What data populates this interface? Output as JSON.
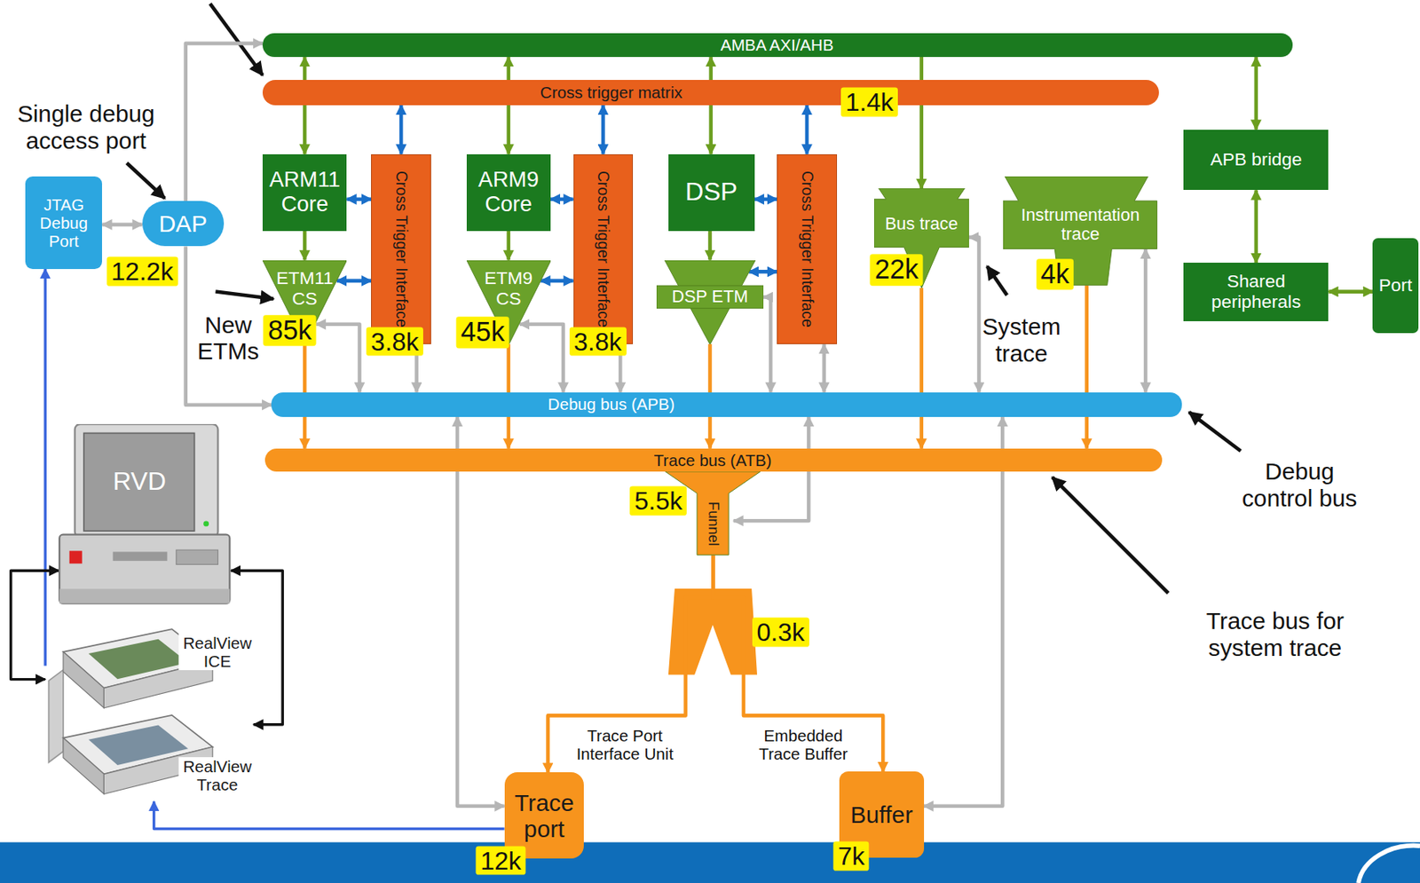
{
  "diagram": {
    "nodes": [
      {
        "text": [
          "AMBA AXI/AHB"
        ]
      },
      {
        "text": [
          "Cross trigger matrix"
        ]
      },
      {
        "text": [
          "ARM11 Core"
        ]
      },
      {
        "text": [
          "Cross Trigger Interface"
        ]
      },
      {
        "text": [
          "ARM9 Core"
        ]
      },
      {
        "text": [
          "Cross Trigger Interface"
        ]
      },
      {
        "text": [
          "DSP"
        ]
      },
      {
        "text": [
          "Cross Trigger Interface"
        ]
      },
      {
        "text": [
          "ETM11 CS"
        ]
      },
      {
        "text": [
          "ETM9 CS"
        ]
      },
      {
        "text": [
          "DSP ETM"
        ]
      },
      {
        "text": [
          "Bus trace"
        ]
      },
      {
        "text": [
          "Instrumentation trace"
        ]
      },
      {
        "text": [
          "APB bridge"
        ]
      },
      {
        "text": [
          "Shared peripherals"
        ]
      },
      {
        "text": [
          "Port"
        ]
      },
      {
        "text": [
          "JTAG Debug Port"
        ]
      },
      {
        "text": [
          "DAP"
        ]
      },
      {
        "text": [
          "RVD"
        ]
      },
      {
        "text": [
          "RealView ICE",
          "RealView Trace"
        ]
      },
      {
        "text": [
          "Debug bus (APB)"
        ]
      },
      {
        "text": [
          "Trace bus (ATB)"
        ]
      },
      {
        "text": [
          "Funnel"
        ]
      },
      {
        "text": [
          "Trace port"
        ]
      },
      {
        "text": [
          "Buffer"
        ]
      }
    ],
    "edges": [
      {
        "from": 0,
        "to": 2,
        "arrow": "both"
      },
      {
        "from": 0,
        "to": 4,
        "arrow": "both"
      },
      {
        "from": 0,
        "to": 6,
        "arrow": "both"
      },
      {
        "from": 0,
        "to": 11,
        "arrow": "to"
      },
      {
        "from": 0,
        "to": 13,
        "arrow": "both"
      },
      {
        "from": 13,
        "to": 14,
        "arrow": "both"
      },
      {
        "from": 14,
        "to": 15,
        "arrow": "both"
      },
      {
        "from": 1,
        "to": 3,
        "arrow": "both"
      },
      {
        "from": 1,
        "to": 5,
        "arrow": "both"
      },
      {
        "from": 1,
        "to": 7,
        "arrow": "both"
      },
      {
        "from": 2,
        "to": 3,
        "arrow": "both"
      },
      {
        "from": 4,
        "to": 5,
        "arrow": "both"
      },
      {
        "from": 6,
        "to": 7,
        "arrow": "both"
      },
      {
        "from": 8,
        "to": 3,
        "arrow": "both"
      },
      {
        "from": 9,
        "to": 5,
        "arrow": "both"
      },
      {
        "from": 10,
        "to": 7,
        "arrow": "both"
      },
      {
        "from": 2,
        "to": 8,
        "arrow": "to"
      },
      {
        "from": 4,
        "to": 9,
        "arrow": "to"
      },
      {
        "from": 6,
        "to": 10,
        "arrow": "to"
      },
      {
        "from": 8,
        "to": 21,
        "arrow": "to"
      },
      {
        "from": 9,
        "to": 21,
        "arrow": "to"
      },
      {
        "from": 10,
        "to": 21,
        "arrow": "to"
      },
      {
        "from": 11,
        "to": 21,
        "arrow": "to"
      },
      {
        "from": 12,
        "to": 21,
        "arrow": "to"
      },
      {
        "from": 20,
        "to": 8,
        "arrow": "both"
      },
      {
        "from": 20,
        "to": 3,
        "arrow": "both"
      },
      {
        "from": 20,
        "to": 9,
        "arrow": "both"
      },
      {
        "from": 20,
        "to": 5,
        "arrow": "both"
      },
      {
        "from": 20,
        "to": 10,
        "arrow": "both"
      },
      {
        "from": 20,
        "to": 7,
        "arrow": "both"
      },
      {
        "from": 20,
        "to": 11,
        "arrow": "both"
      },
      {
        "from": 20,
        "to": 12,
        "arrow": "both"
      },
      {
        "from": 20,
        "to": 23,
        "arrow": "both"
      },
      {
        "from": 20,
        "to": 22,
        "arrow": "both"
      },
      {
        "from": 20,
        "to": 24,
        "arrow": "both"
      },
      {
        "from": 17,
        "to": 0,
        "arrow": "to"
      },
      {
        "from": 17,
        "to": 20,
        "arrow": "to"
      },
      {
        "from": 16,
        "to": 17,
        "arrow": "both"
      },
      {
        "from": 19,
        "to": 16,
        "arrow": "to"
      },
      {
        "from": 23,
        "to": 19,
        "arrow": "to"
      },
      {
        "from": 18,
        "to": 19,
        "arrow": "both"
      },
      {
        "from": 18,
        "to": 19,
        "arrow": "both"
      },
      {
        "from": 22,
        "to": 23,
        "arrow": "to",
        "label": "Trace Port Interface Unit"
      },
      {
        "from": 22,
        "to": 24,
        "arrow": "to",
        "label": "Embedded Trace Buffer"
      }
    ],
    "labels": [
      "Single debug access port",
      "12.2k",
      "New ETMs",
      "85k",
      "3.8k",
      "45k",
      "3.8k",
      "1.4k",
      "22k",
      "System trace",
      "4k",
      "Debug control bus",
      "5.5k",
      "0.3k",
      "Trace bus for system trace",
      "12k",
      "7k"
    ]
  }
}
